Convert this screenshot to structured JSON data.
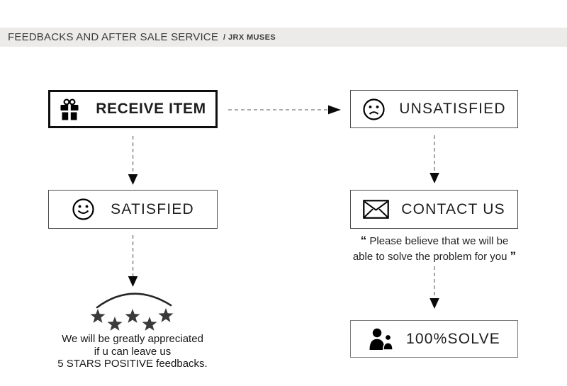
{
  "header": {
    "title": "FEEDBACKS AND AFTER SALE SERVICE",
    "subtitle": "/ JRX MUSES"
  },
  "flow": {
    "receive_item": {
      "label": "RECEIVE ITEM",
      "icon": "gift-icon"
    },
    "unsatisfied": {
      "label": "UNSATISFIED",
      "icon": "sad-face-icon"
    },
    "satisfied": {
      "label": "SATISFIED",
      "icon": "smiley-face-icon"
    },
    "contact_us": {
      "label": "CONTACT US",
      "icon": "envelope-icon"
    },
    "solve": {
      "label": "100%SOLVE",
      "icon": "people-icon"
    },
    "quote": {
      "open": "“",
      "lines": [
        "Please believe that we will be",
        "able to solve the problem for you"
      ],
      "close": "”"
    },
    "stars_caption": {
      "lines": [
        "We will be greatly appreciated",
        "if u can leave us",
        "5 STARS POSITIVE feedbacks."
      ]
    },
    "star_count": 5
  },
  "colors": {
    "header_bg": "#ecebe9",
    "box_border_dark": "#0e0e0e",
    "box_border_light": "#4c4c4c",
    "dashed_line": "#8f8f8f",
    "star_fill": "#3a3a3a"
  }
}
